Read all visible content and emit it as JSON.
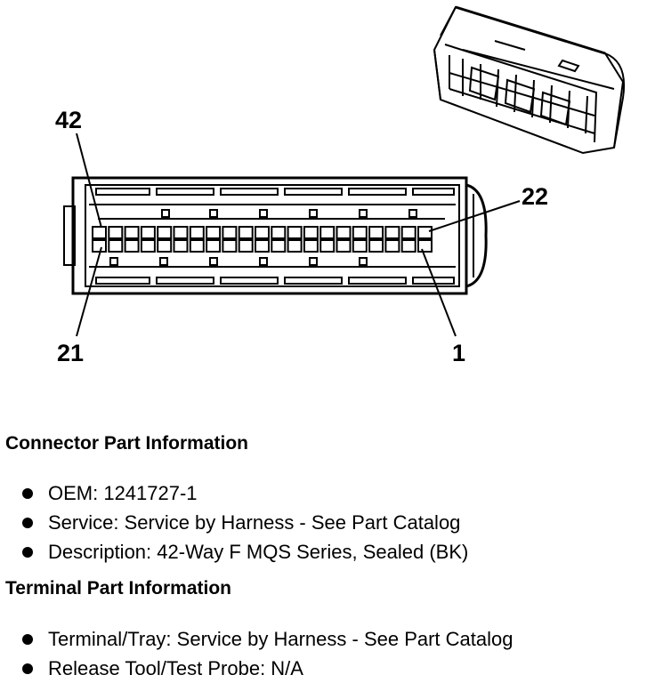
{
  "connector_diagram": {
    "pin_labels": {
      "top_left": "42",
      "top_right": "22",
      "bottom_left": "21",
      "bottom_right": "1"
    }
  },
  "connector_section": {
    "heading": "Connector Part Information",
    "items": [
      "OEM: 1241727-1",
      "Service: Service by Harness - See Part Catalog",
      "Description: 42-Way F MQS Series, Sealed (BK)"
    ]
  },
  "terminal_section": {
    "heading": "Terminal Part Information",
    "items": [
      "Terminal/Tray: Service by Harness - See Part Catalog",
      "Release Tool/Test Probe: N/A"
    ]
  }
}
